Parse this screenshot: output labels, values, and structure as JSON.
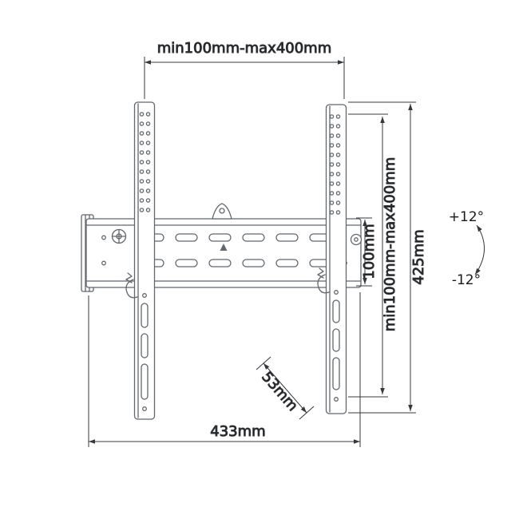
{
  "diagram": {
    "labels": {
      "vesa_width": "min100mm-max400mm",
      "vesa_height": "min100mm-max400mm",
      "bracket_height": "425mm",
      "plate_height": "100mm",
      "depth": "53mm",
      "plate_width": "433mm",
      "tilt_up": "+12°",
      "tilt_down": "-12°"
    }
  }
}
